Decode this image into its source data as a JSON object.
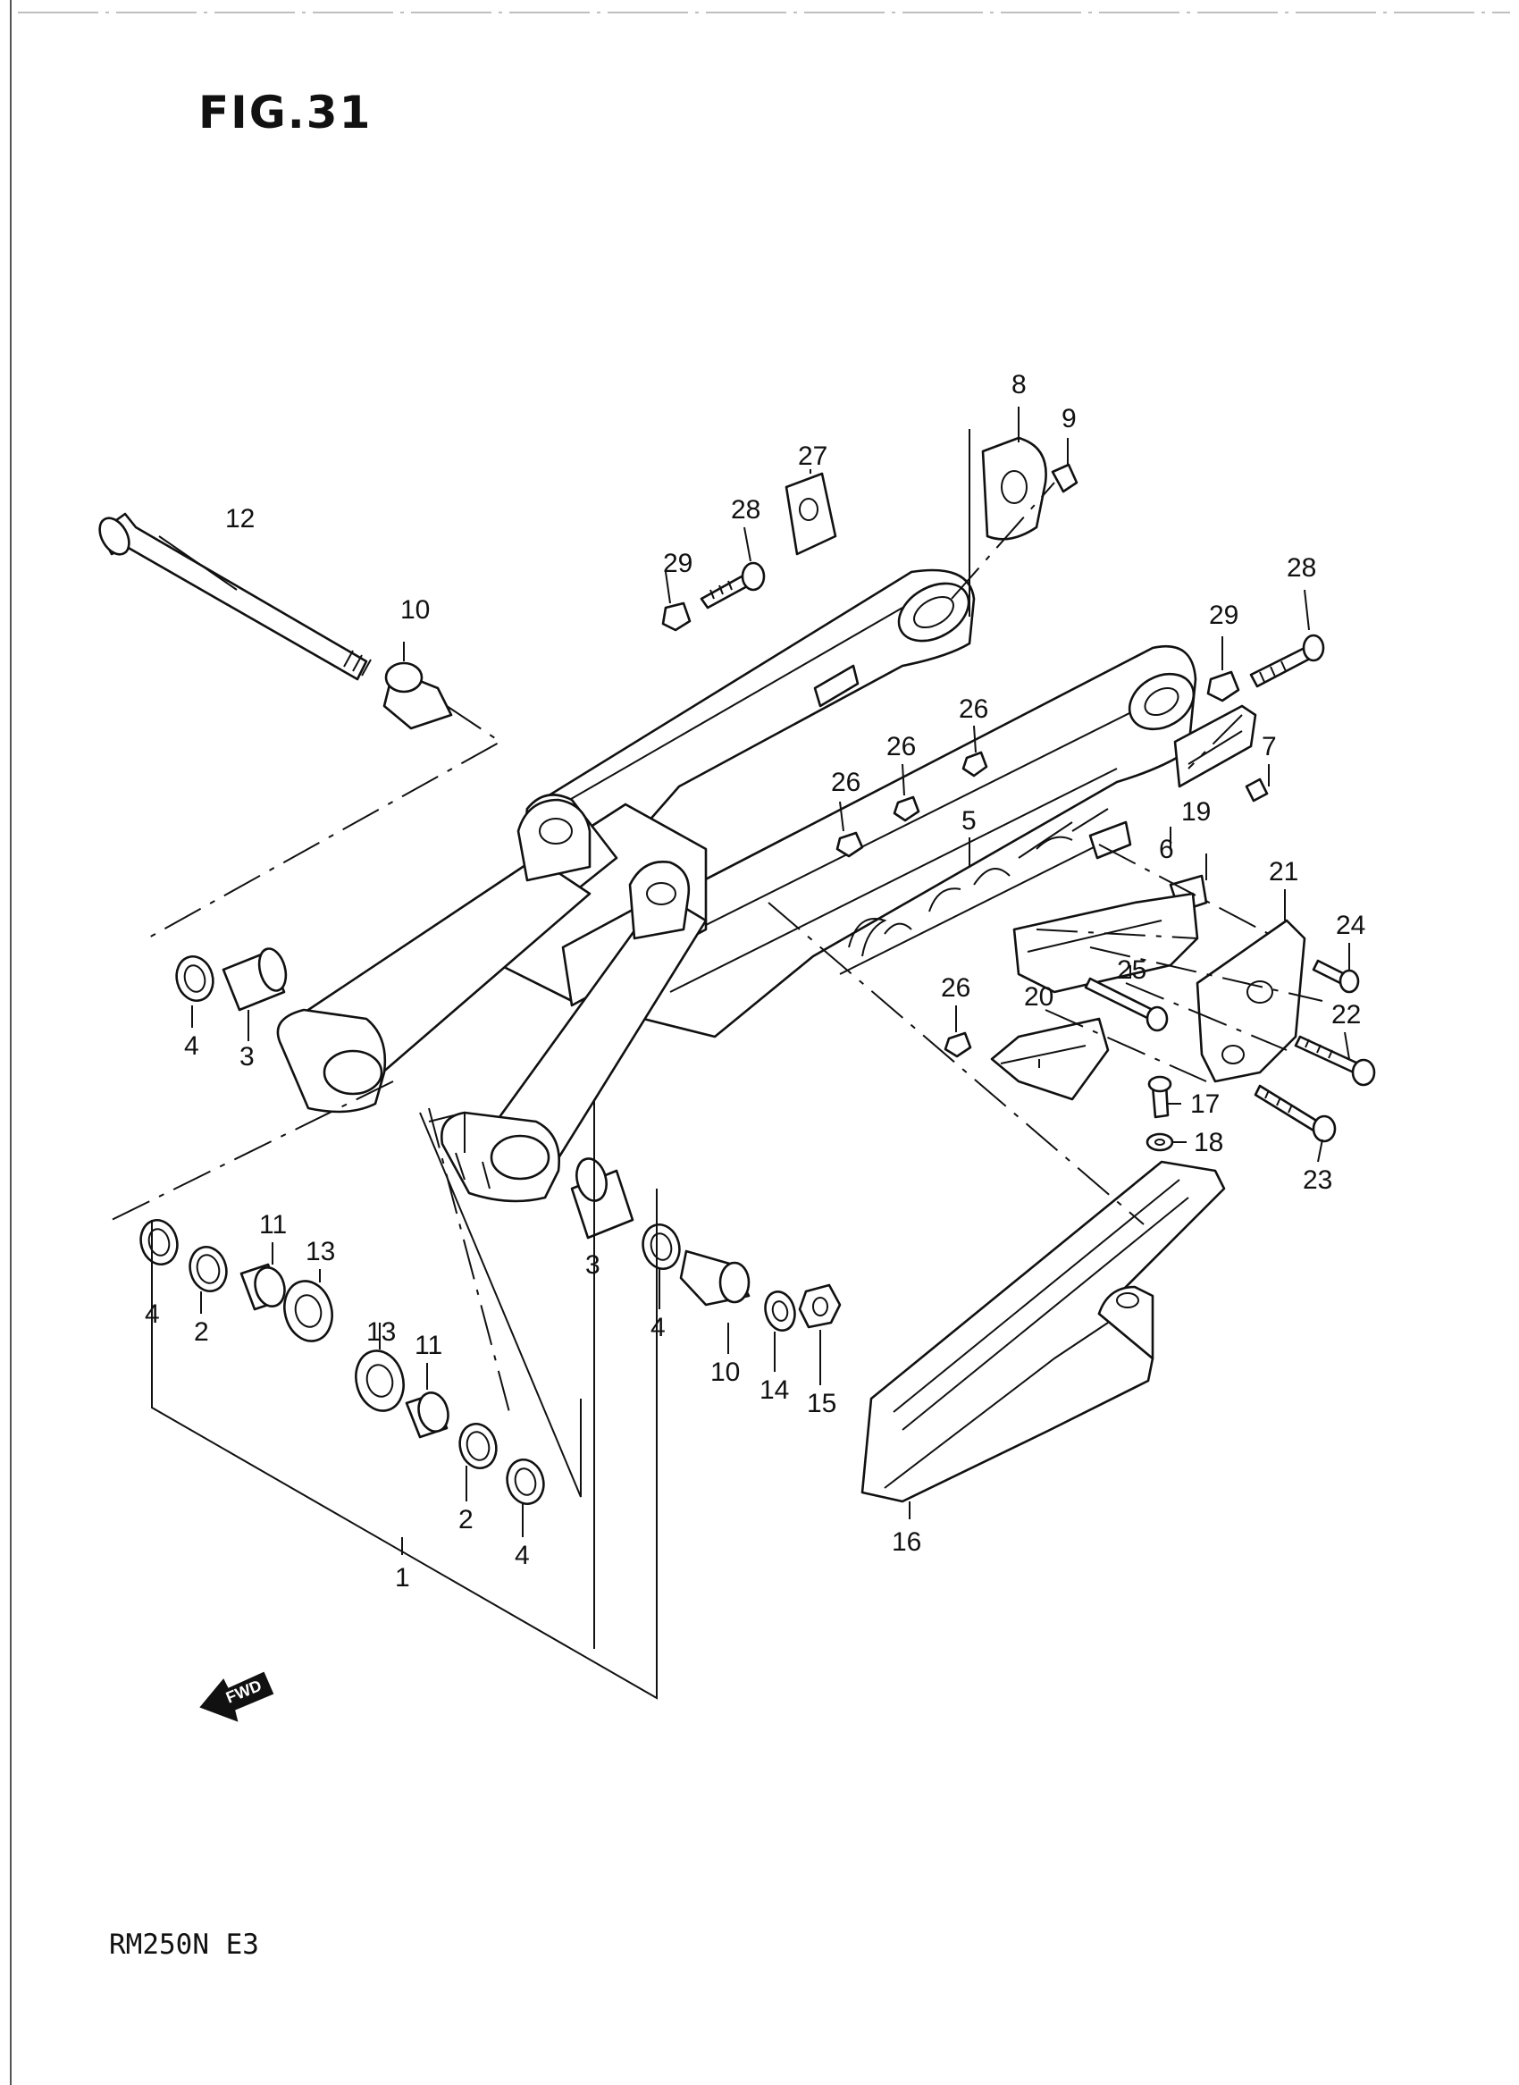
{
  "figure": {
    "title": "FIG.31"
  },
  "footer": {
    "model": "RM250N E3"
  },
  "fwd_marker": {
    "text": "FWD",
    "icon": "fwd-arrow-icon"
  },
  "callouts": [
    {
      "id": "c12",
      "text": "12"
    },
    {
      "id": "c10a",
      "text": "10"
    },
    {
      "id": "c29a",
      "text": "29"
    },
    {
      "id": "c28a",
      "text": "28"
    },
    {
      "id": "c27",
      "text": "27"
    },
    {
      "id": "c8",
      "text": "8"
    },
    {
      "id": "c9",
      "text": "9"
    },
    {
      "id": "c28b",
      "text": "28"
    },
    {
      "id": "c29b",
      "text": "29"
    },
    {
      "id": "c7",
      "text": "7"
    },
    {
      "id": "c6",
      "text": "6"
    },
    {
      "id": "c26a",
      "text": "26"
    },
    {
      "id": "c26b",
      "text": "26"
    },
    {
      "id": "c26c",
      "text": "26"
    },
    {
      "id": "c5",
      "text": "5"
    },
    {
      "id": "c19",
      "text": "19"
    },
    {
      "id": "c21",
      "text": "21"
    },
    {
      "id": "c24",
      "text": "24"
    },
    {
      "id": "c25",
      "text": "25"
    },
    {
      "id": "c22",
      "text": "22"
    },
    {
      "id": "c26d",
      "text": "26"
    },
    {
      "id": "c20",
      "text": "20"
    },
    {
      "id": "c17",
      "text": "17"
    },
    {
      "id": "c18",
      "text": "18"
    },
    {
      "id": "c23",
      "text": "23"
    },
    {
      "id": "c4a",
      "text": "4"
    },
    {
      "id": "c3a",
      "text": "3"
    },
    {
      "id": "c11a",
      "text": "11"
    },
    {
      "id": "c13a",
      "text": "13"
    },
    {
      "id": "c13b",
      "text": "13"
    },
    {
      "id": "c11b",
      "text": "11"
    },
    {
      "id": "c3b",
      "text": "3"
    },
    {
      "id": "c4b",
      "text": "4"
    },
    {
      "id": "c10b",
      "text": "10"
    },
    {
      "id": "c14",
      "text": "14"
    },
    {
      "id": "c15",
      "text": "15"
    },
    {
      "id": "c4c",
      "text": "4"
    },
    {
      "id": "c2a",
      "text": "2"
    },
    {
      "id": "c2b",
      "text": "2"
    },
    {
      "id": "c4d",
      "text": "4"
    },
    {
      "id": "c1",
      "text": "1"
    },
    {
      "id": "c16",
      "text": "16"
    }
  ]
}
